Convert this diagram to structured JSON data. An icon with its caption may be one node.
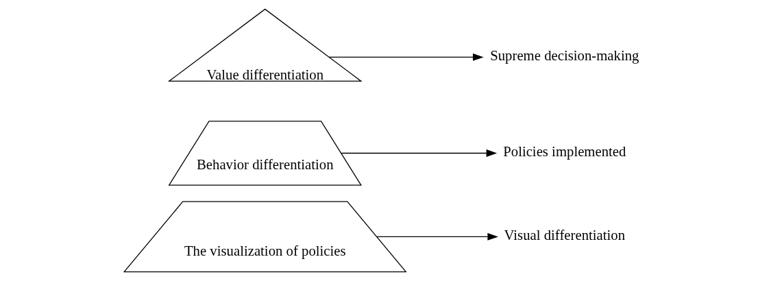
{
  "diagram": {
    "nodes": [
      {
        "text": [
          "Value differentiation"
        ]
      },
      {
        "text": [
          "Supreme decision-making"
        ]
      },
      {
        "text": [
          "Behavior differentiation"
        ]
      },
      {
        "text": [
          "Policies implemented"
        ]
      },
      {
        "text": [
          "The visualization of policies"
        ]
      },
      {
        "text": [
          "Visual differentiation"
        ]
      }
    ],
    "edges": [
      {
        "from": 0,
        "to": 1,
        "arrow": "to"
      },
      {
        "from": 2,
        "to": 3,
        "arrow": "to"
      },
      {
        "from": 4,
        "to": 5,
        "arrow": "to"
      }
    ]
  }
}
